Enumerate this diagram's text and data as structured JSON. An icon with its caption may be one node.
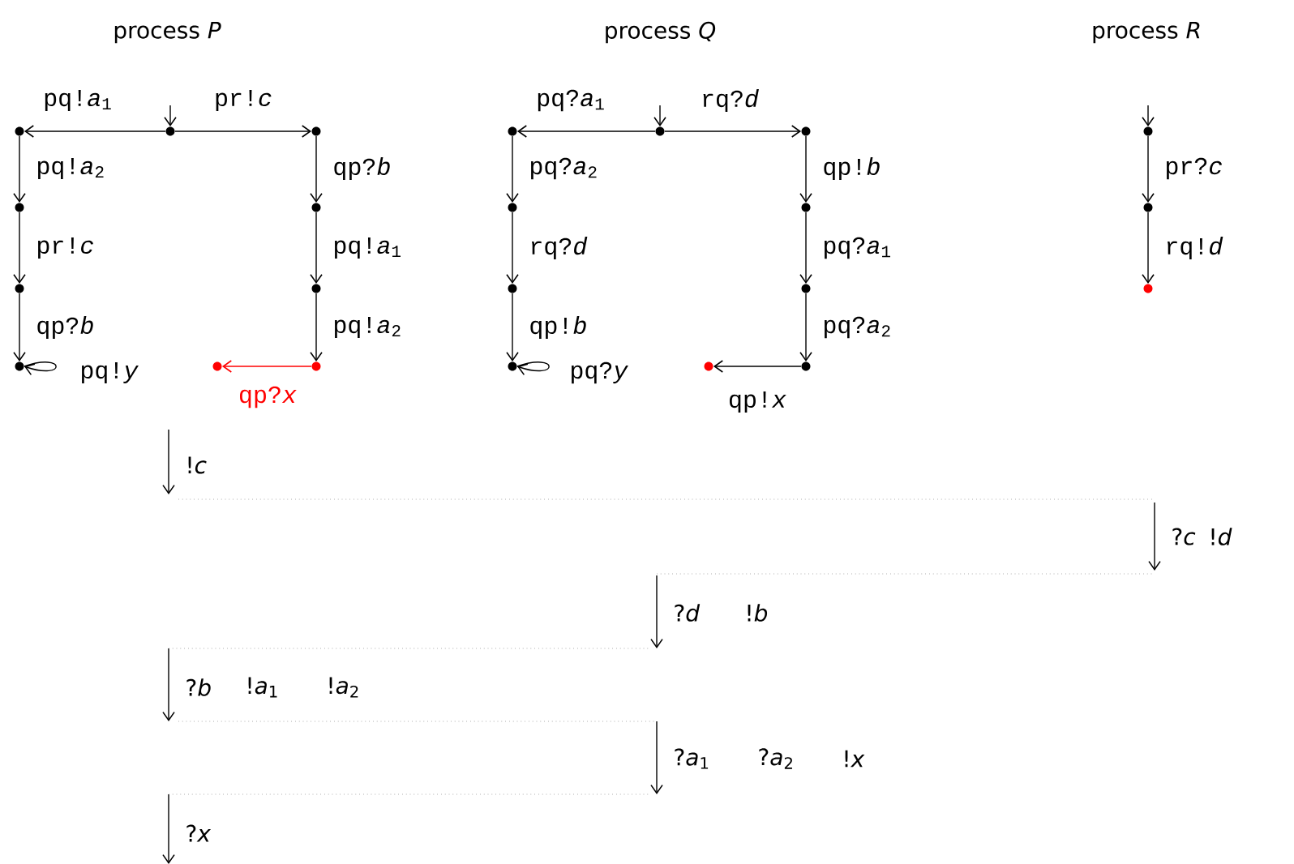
{
  "diagram": {
    "nodes": [
      {
        "text": [],
        "shape": "circle"
      },
      {
        "text": [],
        "shape": "circle"
      },
      {
        "text": [],
        "shape": "circle"
      },
      {
        "text": [],
        "shape": "circle"
      },
      {
        "text": [],
        "shape": "circle"
      },
      {
        "text": [],
        "shape": "circle"
      },
      {
        "text": [],
        "shape": "circle"
      },
      {
        "text": [],
        "shape": "circle"
      },
      {
        "text": [],
        "shape": "circle"
      },
      {
        "text": [],
        "shape": "circle"
      },
      {
        "text": [],
        "shape": "circle"
      },
      {
        "text": [],
        "shape": "circle"
      },
      {
        "text": [],
        "shape": "circle"
      },
      {
        "text": [],
        "shape": "circle"
      },
      {
        "text": [],
        "shape": "circle"
      },
      {
        "text": [],
        "shape": "circle"
      },
      {
        "text": [],
        "shape": "circle"
      },
      {
        "text": [],
        "shape": "circle"
      },
      {
        "text": [],
        "shape": "circle"
      },
      {
        "text": [],
        "shape": "circle"
      },
      {
        "text": [],
        "shape": "circle"
      },
      {
        "text": [],
        "shape": "circle"
      },
      {
        "text": [],
        "shape": "circle"
      }
    ],
    "edges": [
      {
        "from": null,
        "to": 0,
        "arrow": "to"
      },
      {
        "from": 0,
        "to": 1,
        "arrow": "to",
        "label": "pq!*a*$_{1}$"
      },
      {
        "from": 0,
        "to": 5,
        "arrow": "to",
        "label": "pr!*c*"
      },
      {
        "from": 1,
        "to": 2,
        "arrow": "to",
        "label": "pq!*a*$_{2}$"
      },
      {
        "from": 2,
        "to": 3,
        "arrow": "to",
        "label": "pr!*c*"
      },
      {
        "from": 3,
        "to": 4,
        "arrow": "to",
        "label": "qp?*b*"
      },
      {
        "from": 4,
        "to": 4,
        "arrow": "to",
        "label": "pq!*y*"
      },
      {
        "from": 5,
        "to": 6,
        "arrow": "to",
        "label": "qp?*b*"
      },
      {
        "from": 6,
        "to": 7,
        "arrow": "to",
        "label": "pq!*a*$_{1}$"
      },
      {
        "from": 7,
        "to": 8,
        "arrow": "to",
        "label": "pq!*a*$_{2}$"
      },
      {
        "from": 8,
        "to": 9,
        "arrow": "to",
        "label": "qp?*x*",
        "color": "#ff0000"
      },
      {
        "from": null,
        "to": 10,
        "arrow": "to"
      },
      {
        "from": 10,
        "to": 11,
        "arrow": "to",
        "label": "pq?*a*$_{1}$"
      },
      {
        "from": 10,
        "to": 15,
        "arrow": "to",
        "label": "rq?*d*"
      },
      {
        "from": 11,
        "to": 12,
        "arrow": "to",
        "label": "pq?*a*$_{2}$"
      },
      {
        "from": 12,
        "to": 13,
        "arrow": "to",
        "label": "rq?*d*"
      },
      {
        "from": 13,
        "to": 14,
        "arrow": "to",
        "label": "qp!*b*"
      },
      {
        "from": 14,
        "to": 14,
        "arrow": "to",
        "label": "pq?*y*"
      },
      {
        "from": 15,
        "to": 16,
        "arrow": "to",
        "label": "qp!*b*"
      },
      {
        "from": 16,
        "to": 17,
        "arrow": "to",
        "label": "pq?*a*$_{1}$"
      },
      {
        "from": 17,
        "to": 18,
        "arrow": "to",
        "label": "pq?*a*$_{2}$"
      },
      {
        "from": 18,
        "to": 19,
        "arrow": "to",
        "label": "qp!*x*"
      },
      {
        "from": null,
        "to": 20,
        "arrow": "to"
      },
      {
        "from": 20,
        "to": 21,
        "arrow": "to",
        "label": "pr?*c*"
      },
      {
        "from": 21,
        "to": 22,
        "arrow": "to",
        "label": "rq!*d*"
      }
    ],
    "labels": [
      "process *P*",
      "process *Q*",
      "process *R*",
      "!*c*",
      "?*c*",
      "!*d*",
      "?*d*",
      "!*b*",
      "?*b*",
      "!*a*$_{1}$",
      "!*a*$_{2}$",
      "?*a*$_{1}$",
      "?*a*$_{2}$",
      "!*x*",
      "?*x*"
    ]
  }
}
